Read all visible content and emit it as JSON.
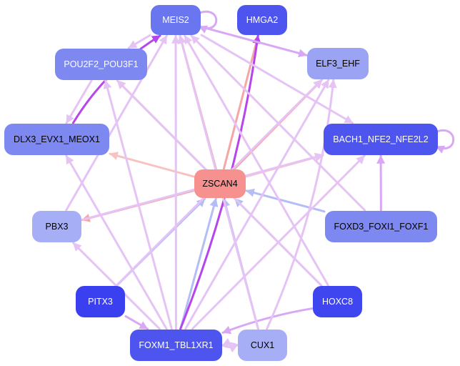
{
  "colors": {
    "background": "#ffffff",
    "center_node": "#f7918f",
    "edge_pink": "#f7a6a6",
    "edge_lavender": "#e6c3f5",
    "edge_light_purple": "#d9a8f5",
    "edge_purple": "#b645ec",
    "edge_blue": "#b4bdf5",
    "edge_light_blue": "#c2caf7",
    "node_dark_blue": "#3a3ff0",
    "node_blue": "#4e55ee",
    "node_mid_blue": "#6d7af0",
    "node_light_blue": "#8d9af3",
    "node_pale_blue": "#a9b2f5"
  },
  "nodes": [
    {
      "id": "ZSCAN4",
      "label": "ZSCAN4",
      "fill": "#f7918f",
      "text": "#000000"
    },
    {
      "id": "MEIS2",
      "label": "MEIS2",
      "fill": "#6a76ef",
      "text": "#ffffff"
    },
    {
      "id": "HMGA2",
      "label": "HMGA2",
      "fill": "#4e55ef",
      "text": "#ffffff"
    },
    {
      "id": "ELF3_EHF",
      "label": "ELF3_EHF",
      "fill": "#9aa3f4",
      "text": "#000000"
    },
    {
      "id": "POU2F2_POU3F1",
      "label": "POU2F2_POU3F1",
      "fill": "#7e88f1",
      "text": "#ffffff"
    },
    {
      "id": "DLX3_EVX1_MEOX1",
      "label": "DLX3_EVX1_MEOX1",
      "fill": "#7e88f1",
      "text": "#000000"
    },
    {
      "id": "BACH1_NFE2_NFE2L2",
      "label": "BACH1_NFE2_NFE2L2",
      "fill": "#4e55ef",
      "text": "#ffffff"
    },
    {
      "id": "PBX3",
      "label": "PBX3",
      "fill": "#a6aef5",
      "text": "#000000"
    },
    {
      "id": "FOXD3_FOXI1_FOXF1",
      "label": "FOXD3_FOXI1_FOXF1",
      "fill": "#7e88f1",
      "text": "#000000"
    },
    {
      "id": "PITX3",
      "label": "PITX3",
      "fill": "#3a3ff0",
      "text": "#ffffff"
    },
    {
      "id": "HOXC8",
      "label": "HOXC8",
      "fill": "#3f46f0",
      "text": "#ffffff"
    },
    {
      "id": "FOXM1_TBL1XR1",
      "label": "FOXM1_TBL1XR1",
      "fill": "#4e55ef",
      "text": "#ffffff"
    },
    {
      "id": "CUX1",
      "label": "CUX1",
      "fill": "#a6aef5",
      "text": "#000000"
    }
  ],
  "edges": [
    {
      "from": "ZSCAN4",
      "to": "MEIS2",
      "color": "#f7a6a6"
    },
    {
      "from": "ZSCAN4",
      "to": "HMGA2",
      "color": "#f7a6a6"
    },
    {
      "from": "ZSCAN4",
      "to": "ELF3_EHF",
      "color": "#f7a6a6"
    },
    {
      "from": "ZSCAN4",
      "to": "POU2F2_POU3F1",
      "color": "#f7a6a6"
    },
    {
      "from": "ZSCAN4",
      "to": "DLX3_EVX1_MEOX1",
      "color": "#f9c2c2"
    },
    {
      "from": "ZSCAN4",
      "to": "BACH1_NFE2_NFE2L2",
      "color": "#f9c2c2"
    },
    {
      "from": "ZSCAN4",
      "to": "PBX3",
      "color": "#f7a6a6"
    },
    {
      "from": "FOXD3_FOXI1_FOXF1",
      "to": "ZSCAN4",
      "color": "#b4bdf5"
    },
    {
      "from": "PITX3",
      "to": "ZSCAN4",
      "color": "#b4bdf5"
    },
    {
      "from": "HOXC8",
      "to": "ZSCAN4",
      "color": "#b4bdf5"
    },
    {
      "from": "FOXM1_TBL1XR1",
      "to": "ZSCAN4",
      "color": "#b4bdf5"
    },
    {
      "from": "CUX1",
      "to": "ZSCAN4",
      "color": "#b4bdf5"
    },
    {
      "from": "DLX3_EVX1_MEOX1",
      "to": "MEIS2",
      "color": "#b645ec"
    },
    {
      "from": "FOXM1_TBL1XR1",
      "to": "HMGA2",
      "color": "#b645ec"
    },
    {
      "from": "MEIS2",
      "to": "MEIS2",
      "color": "#d9a8f5"
    },
    {
      "from": "BACH1_NFE2_NFE2L2",
      "to": "BACH1_NFE2_NFE2L2",
      "color": "#d9a8f5"
    },
    {
      "from": "MEIS2",
      "to": "POU2F2_POU3F1",
      "color": "#e6c3f5"
    },
    {
      "from": "MEIS2",
      "to": "ELF3_EHF",
      "color": "#d9a8f5"
    },
    {
      "from": "MEIS2",
      "to": "BACH1_NFE2_NFE2L2",
      "color": "#e6c3f5"
    },
    {
      "from": "POU2F2_POU3F1",
      "to": "DLX3_EVX1_MEOX1",
      "color": "#e6c3f5"
    },
    {
      "from": "FOXD3_FOXI1_FOXF1",
      "to": "MEIS2",
      "color": "#e6c3f5"
    },
    {
      "from": "FOXD3_FOXI1_FOXF1",
      "to": "BACH1_NFE2_NFE2L2",
      "color": "#d9a8f5"
    },
    {
      "from": "HOXC8",
      "to": "MEIS2",
      "color": "#e6c3f5"
    },
    {
      "from": "HOXC8",
      "to": "FOXM1_TBL1XR1",
      "color": "#d9a8f5"
    },
    {
      "from": "CUX1",
      "to": "MEIS2",
      "color": "#e6c3f5"
    },
    {
      "from": "CUX1",
      "to": "ELF3_EHF",
      "color": "#e6c3f5"
    },
    {
      "from": "CUX1",
      "to": "FOXM1_TBL1XR1",
      "color": "#e6c3f5"
    },
    {
      "from": "FOXM1_TBL1XR1",
      "to": "MEIS2",
      "color": "#e6c3f5"
    },
    {
      "from": "FOXM1_TBL1XR1",
      "to": "CUX1",
      "color": "#e6c3f5"
    },
    {
      "from": "FOXM1_TBL1XR1",
      "to": "POU2F2_POU3F1",
      "color": "#e6c3f5"
    },
    {
      "from": "FOXM1_TBL1XR1",
      "to": "DLX3_EVX1_MEOX1",
      "color": "#e6c3f5"
    },
    {
      "from": "FOXM1_TBL1XR1",
      "to": "PBX3",
      "color": "#e6c3f5"
    },
    {
      "from": "FOXM1_TBL1XR1",
      "to": "ELF3_EHF",
      "color": "#e6c3f5"
    },
    {
      "from": "FOXM1_TBL1XR1",
      "to": "BACH1_NFE2_NFE2L2",
      "color": "#e6c3f5"
    },
    {
      "from": "PITX3",
      "to": "FOXM1_TBL1XR1",
      "color": "#d9a8f5"
    },
    {
      "from": "PITX3",
      "to": "ELF3_EHF",
      "color": "#e6c3f5"
    },
    {
      "from": "PBX3",
      "to": "MEIS2",
      "color": "#e6c3f5"
    },
    {
      "from": "PBX3",
      "to": "BACH1_NFE2_NFE2L2",
      "color": "#e6c3f5"
    },
    {
      "from": "HOXC8",
      "to": "POU2F2_POU3F1",
      "color": "#e6c3f5"
    }
  ]
}
